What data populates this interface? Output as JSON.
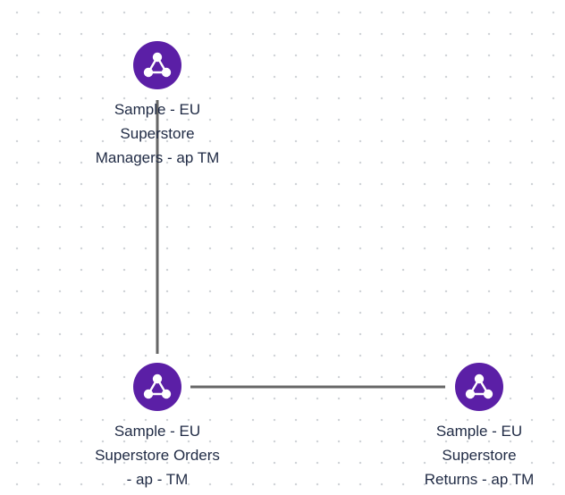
{
  "diagram": {
    "nodes": [
      {
        "id": "managers",
        "icon": "data-source-icon",
        "label_lines": [
          "Sample - EU",
          "Superstore",
          "Managers - ap TM"
        ]
      },
      {
        "id": "orders",
        "icon": "data-source-icon",
        "label_lines": [
          "Sample - EU",
          "Superstore Orders",
          "- ap - TM"
        ]
      },
      {
        "id": "returns",
        "icon": "data-source-icon",
        "label_lines": [
          "Sample - EU",
          "Superstore",
          "Returns - ap TM"
        ]
      }
    ],
    "edges": [
      {
        "from": "managers",
        "to": "orders"
      },
      {
        "from": "orders",
        "to": "returns"
      }
    ],
    "colors": {
      "node_fill": "#5b1fa6",
      "edge": "#666666",
      "label_text": "#1f2a44",
      "grid_dot": "#cfd2d6",
      "background": "#ffffff"
    }
  }
}
